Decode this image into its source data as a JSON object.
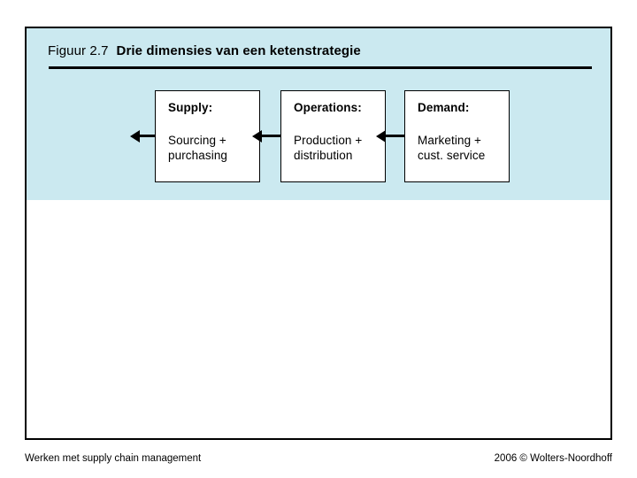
{
  "slide": {
    "band_color": "#cbe9f0",
    "border_color": "#000000",
    "background_color": "#ffffff"
  },
  "caption": {
    "figure_number": "Figuur 2.7",
    "title": "Drie dimensies van een ketenstrategie"
  },
  "diagram": {
    "type": "flow",
    "direction": "right-to-left",
    "nodes": [
      {
        "id": "supply",
        "title": "Supply:",
        "body": "Sourcing +\npurchasing"
      },
      {
        "id": "operations",
        "title": "Operations:",
        "body": "Production +\ndistribution"
      },
      {
        "id": "demand",
        "title": "Demand:",
        "body": "Marketing +\ncust. service"
      }
    ],
    "arrows": [
      {
        "id": "out",
        "from": "supply",
        "to": "customer-outward",
        "direction": "left"
      },
      {
        "id": "supply",
        "from": "operations",
        "to": "supply",
        "direction": "left"
      },
      {
        "id": "operations",
        "from": "demand",
        "to": "operations",
        "direction": "left"
      }
    ]
  },
  "footer": {
    "left": "Werken met supply chain management",
    "right": "2006 © Wolters-Noordhoff"
  }
}
